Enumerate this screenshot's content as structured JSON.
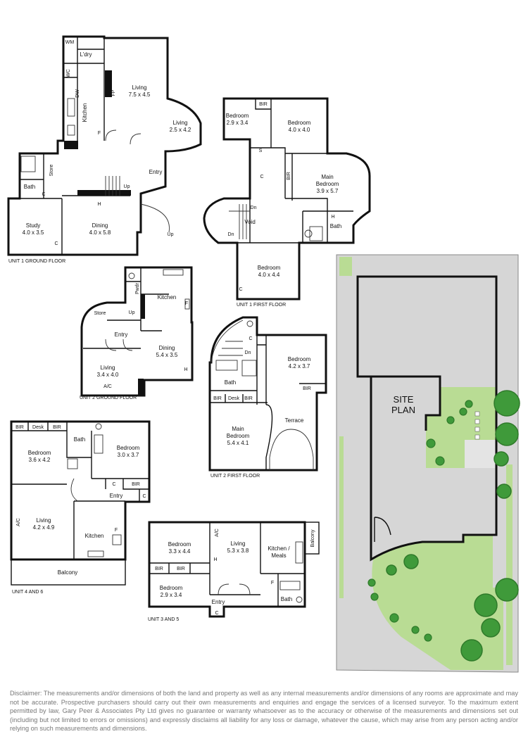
{
  "units": {
    "unit1_ground": {
      "caption": "UNIT 1 GROUND FLOOR",
      "rooms": {
        "wm": "WM",
        "laundry": "L'dry",
        "wc": "WC",
        "dw": "DW",
        "kitchen": "Kitchen",
        "fp": "FP",
        "f": "F",
        "living1_name": "Living",
        "living1_dim": "7.5 x 4.5",
        "living2_name": "Living",
        "living2_dim": "2.5 x 4.2",
        "store": "Store",
        "entry": "Entry",
        "bath": "Bath",
        "c1": "C",
        "h": "H",
        "up1": "Up",
        "up2": "Up",
        "study_name": "Study",
        "study_dim": "4.0 x 3.5",
        "dining_name": "Dining",
        "dining_dim": "4.0 x 5.8",
        "c2": "C"
      }
    },
    "unit1_first": {
      "caption": "UNIT 1 FIRST FLOOR",
      "rooms": {
        "bir1": "BIR",
        "bed1_name": "Bedroom",
        "bed1_dim": "2.9 x 3.4",
        "bed2_name": "Bedroom",
        "bed2_dim": "4.0 x 4.0",
        "s": "S",
        "c": "C",
        "bir2": "BIR",
        "main_name": "Main",
        "main_name2": "Bedroom",
        "main_dim": "3.9 x 5.7",
        "dn1": "Dn",
        "dn2": "Dn",
        "void": "Void",
        "h": "H",
        "bath": "Bath",
        "bed3_name": "Bedroom",
        "bed3_dim": "4.0 x 4.4",
        "c2": "C"
      }
    },
    "unit2_ground": {
      "caption": "UNIT 2 GROUND FLOOR",
      "rooms": {
        "pwdr": "Pwdr",
        "kitchen": "Kitchen",
        "f": "F",
        "store": "Store",
        "up": "Up",
        "entry": "Entry",
        "dining_name": "Dining",
        "dining_dim": "5.4 x 3.5",
        "living_name": "Living",
        "living_dim": "3.4 x 4.0",
        "h": "H",
        "ac": "A/C"
      }
    },
    "unit2_first": {
      "caption": "UNIT 2 FIRST FLOOR",
      "rooms": {
        "c": "C",
        "dn": "Dn",
        "bed_name": "Bedroom",
        "bed_dim": "4.2 x 3.7",
        "bath": "Bath",
        "bir1": "BIR",
        "bir2": "BIR",
        "desk": "Desk",
        "bir3": "BIR",
        "main_name": "Main",
        "main_name2": "Bedroom",
        "main_dim": "5.4 x 4.1",
        "terrace": "Terrace"
      }
    },
    "unit46": {
      "caption": "UNIT 4 AND 6",
      "rooms": {
        "bir1": "BIR",
        "desk": "Desk",
        "bir2": "BIR",
        "bath": "Bath",
        "bed1_name": "Bedroom",
        "bed1_dim": "3.6 x 4.2",
        "bed2_name": "Bedroom",
        "bed2_dim": "3.0 x 3.7",
        "c1": "C",
        "bir3": "BIR",
        "entry": "Entry",
        "c2": "C",
        "ac": "A/C",
        "living_name": "Living",
        "living_dim": "4.2 x 4.9",
        "kitchen": "Kitchen",
        "f": "F",
        "balcony": "Balcony"
      }
    },
    "unit35": {
      "caption": "UNIT 3 AND 5",
      "rooms": {
        "bed1_name": "Bedroom",
        "bed1_dim": "3.3 x 4.4",
        "ac": "A/C",
        "living_name": "Living",
        "living_dim": "5.3 x 3.8",
        "kitchen_name": "Kitchen /",
        "kitchen_name2": "Meals",
        "balcony": "Balcony",
        "h": "H",
        "bir1": "BIR",
        "bir2": "BIR",
        "f": "F",
        "bed2_name": "Bedroom",
        "bed2_dim": "2.9 x 3.4",
        "entry": "Entry",
        "bath": "Bath",
        "c": "C"
      }
    }
  },
  "site_plan": {
    "line1": "SITE",
    "line2": "PLAN"
  },
  "colors": {
    "site_grey": "#d6d6d6",
    "lawn_green": "#b9dc94",
    "tree_green": "#3f9a3a",
    "tree_dark": "#2f7a2a"
  },
  "disclaimer": "Disclaimer: The measurements and/or dimensions of both the land and property as well as any internal measurements and/or dimensions of any rooms are approximate and may not be accurate. Prospective purchasers should carry out their own measurements and enquiries and engage the services of a licensed surveyor. To the maximum extent permitted by law, Gary Peer & Associates Pty Ltd gives no guarantee or warranty whatsoever as to the accuracy or otherwise of the measurements and dimensions set out (including but not limited to errors or omissions) and expressly disclaims all liability for any loss or damage, whatever the cause, which may arise from any person acting and/or relying on such measurements and dimensions."
}
